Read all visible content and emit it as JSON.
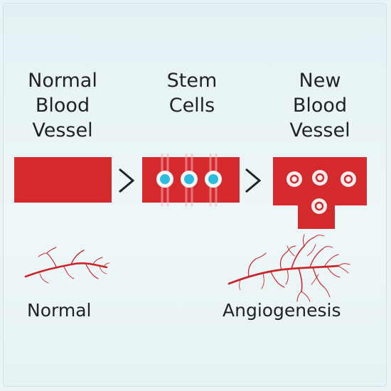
{
  "stages": [
    {
      "label": "Normal\nBlood\nVessel"
    },
    {
      "label": "Stem\nCells"
    },
    {
      "label": "New\nBlood\nVessel"
    }
  ],
  "arrow_glyph": ">",
  "captions": {
    "normal": "Normal",
    "angiogenesis": "Angiogenesis"
  },
  "colors": {
    "vessel_red": "#d42a2e",
    "cell_cyan": "#2bbde0",
    "arrow": "#222222",
    "background": "#e8f3f5"
  },
  "icons": {
    "normal_vessel": "branching-vessel-icon",
    "angiogenesis_vessel": "dense-branching-vessel-icon"
  }
}
